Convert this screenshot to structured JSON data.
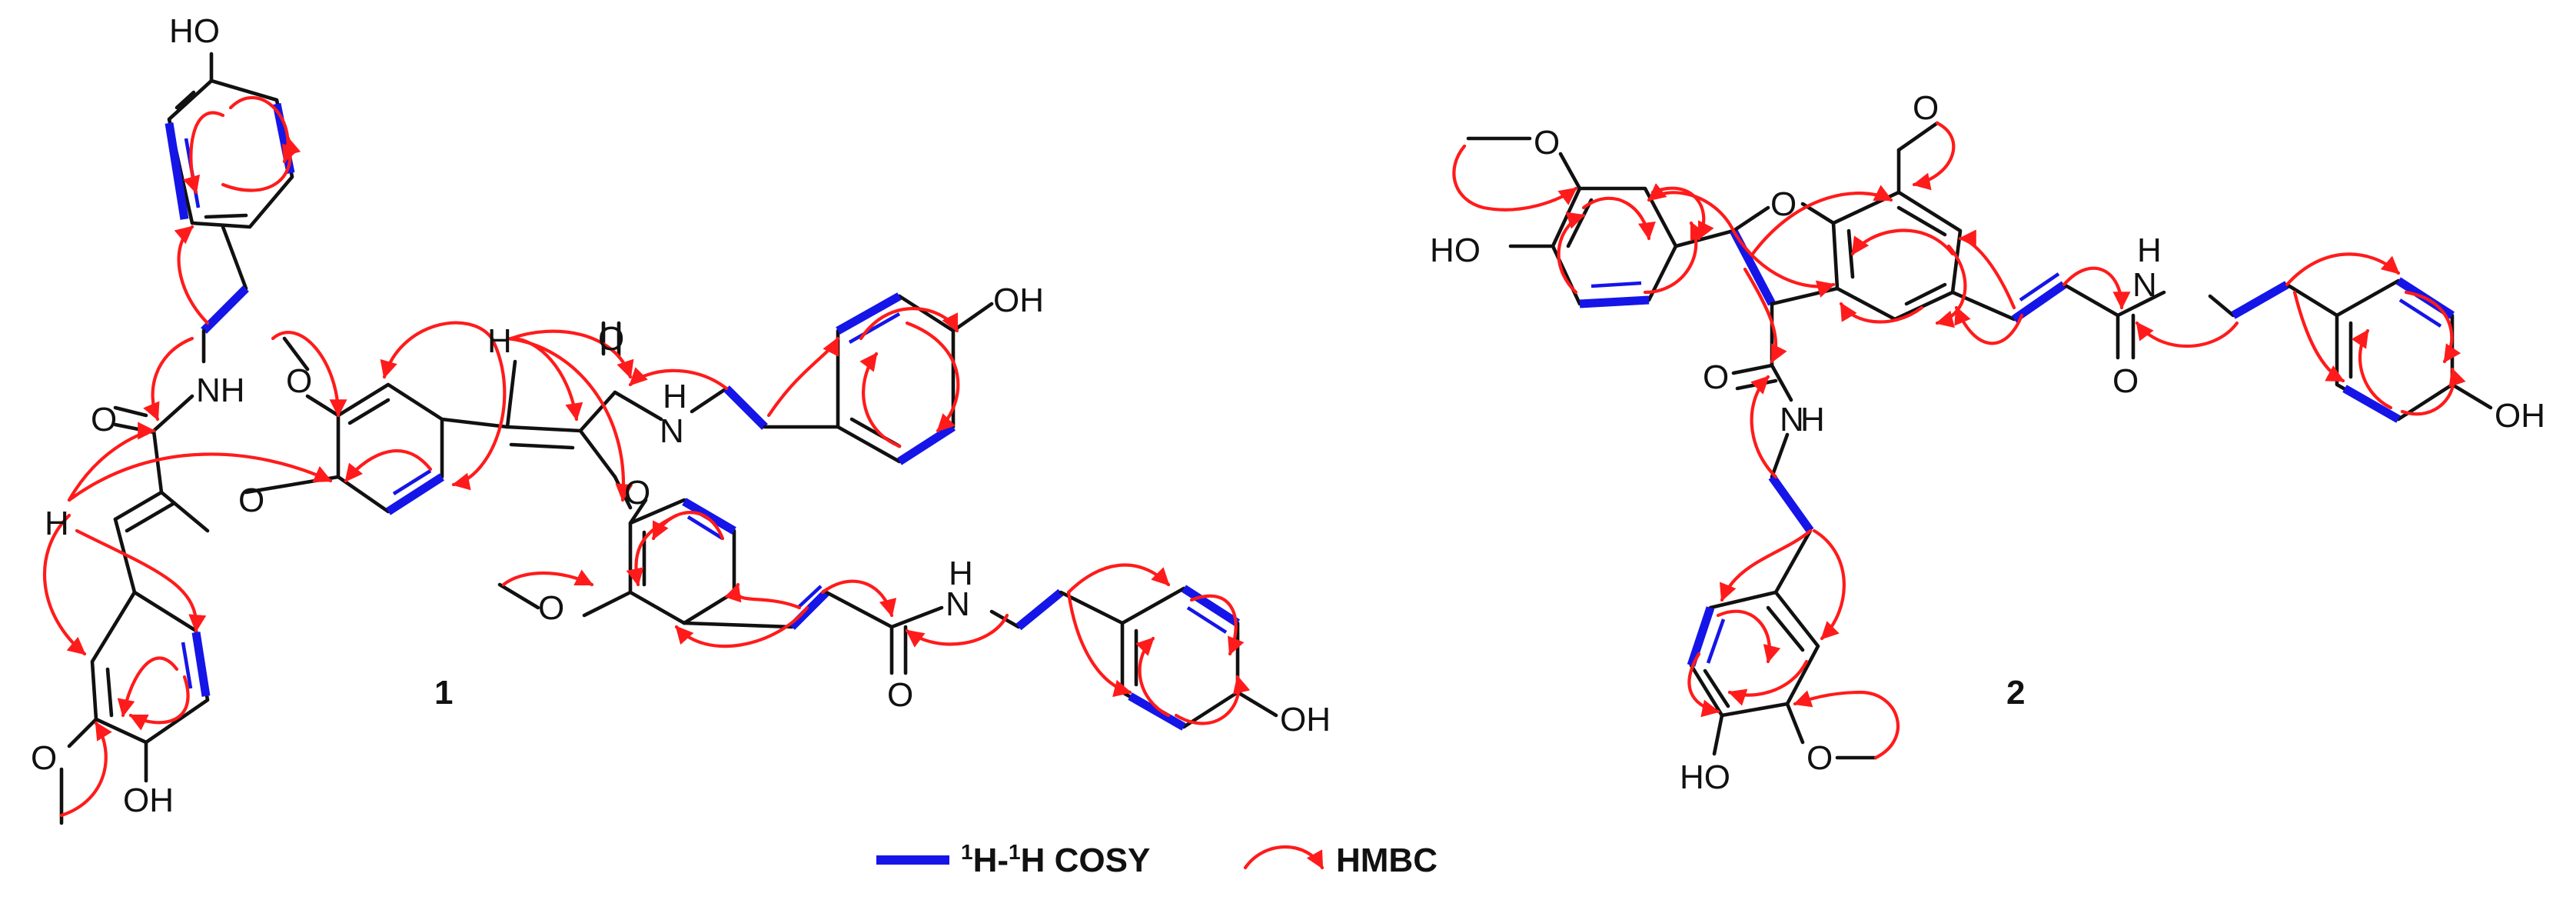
{
  "compounds": [
    {
      "label": "1",
      "atom_labels": [
        "HO",
        "O",
        "NH",
        "O",
        "O",
        "H",
        "O",
        "N",
        "H",
        "OH",
        "O",
        "O",
        "N",
        "H",
        "O",
        "OH",
        "H",
        "O",
        "OH"
      ]
    },
    {
      "label": "2",
      "atom_labels": [
        "O",
        "O",
        "HO",
        "O",
        "N",
        "H",
        "O",
        "OH",
        "O",
        "N",
        "H",
        "HO",
        "O"
      ]
    }
  ],
  "legend": {
    "cosy": {
      "sup1": "1",
      "h1": "H-",
      "sup2": "1",
      "h2": "H COSY",
      "color": "#1515e8"
    },
    "hmbc": {
      "label": "HMBC",
      "color": "#ff1b1b"
    }
  }
}
